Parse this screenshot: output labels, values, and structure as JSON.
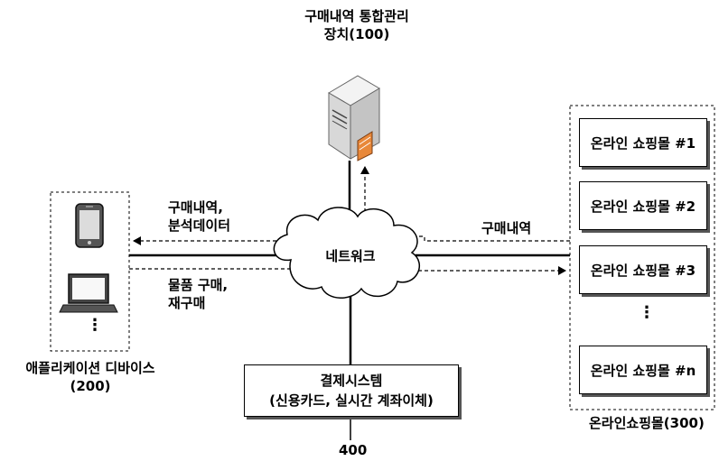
{
  "server": {
    "label_line1": "구매내역 통합관리",
    "label_line2": "장치(100)"
  },
  "device_group": {
    "label_line1": "애플리케이션 디바이스",
    "label_line2": "(200)",
    "more": "⋮"
  },
  "network": {
    "label": "네트워크"
  },
  "flows": {
    "to_device_line1": "구매내역,",
    "to_device_line2": "분석데이터",
    "from_device_line1": "물품 구매,",
    "from_device_line2": "재구매",
    "from_mall": "구매내역"
  },
  "malls": {
    "items": [
      "온라인 쇼핑몰 #1",
      "온라인 쇼핑몰 #2",
      "온라인 쇼핑몰 #3",
      "온라인 쇼핑몰 #n"
    ],
    "more": "⋮",
    "group_label": "온라인쇼핑몰(300)"
  },
  "payment": {
    "line1": "결제시스템",
    "line2": "(신용카드, 실시간 계좌이체)",
    "ref": "400"
  }
}
